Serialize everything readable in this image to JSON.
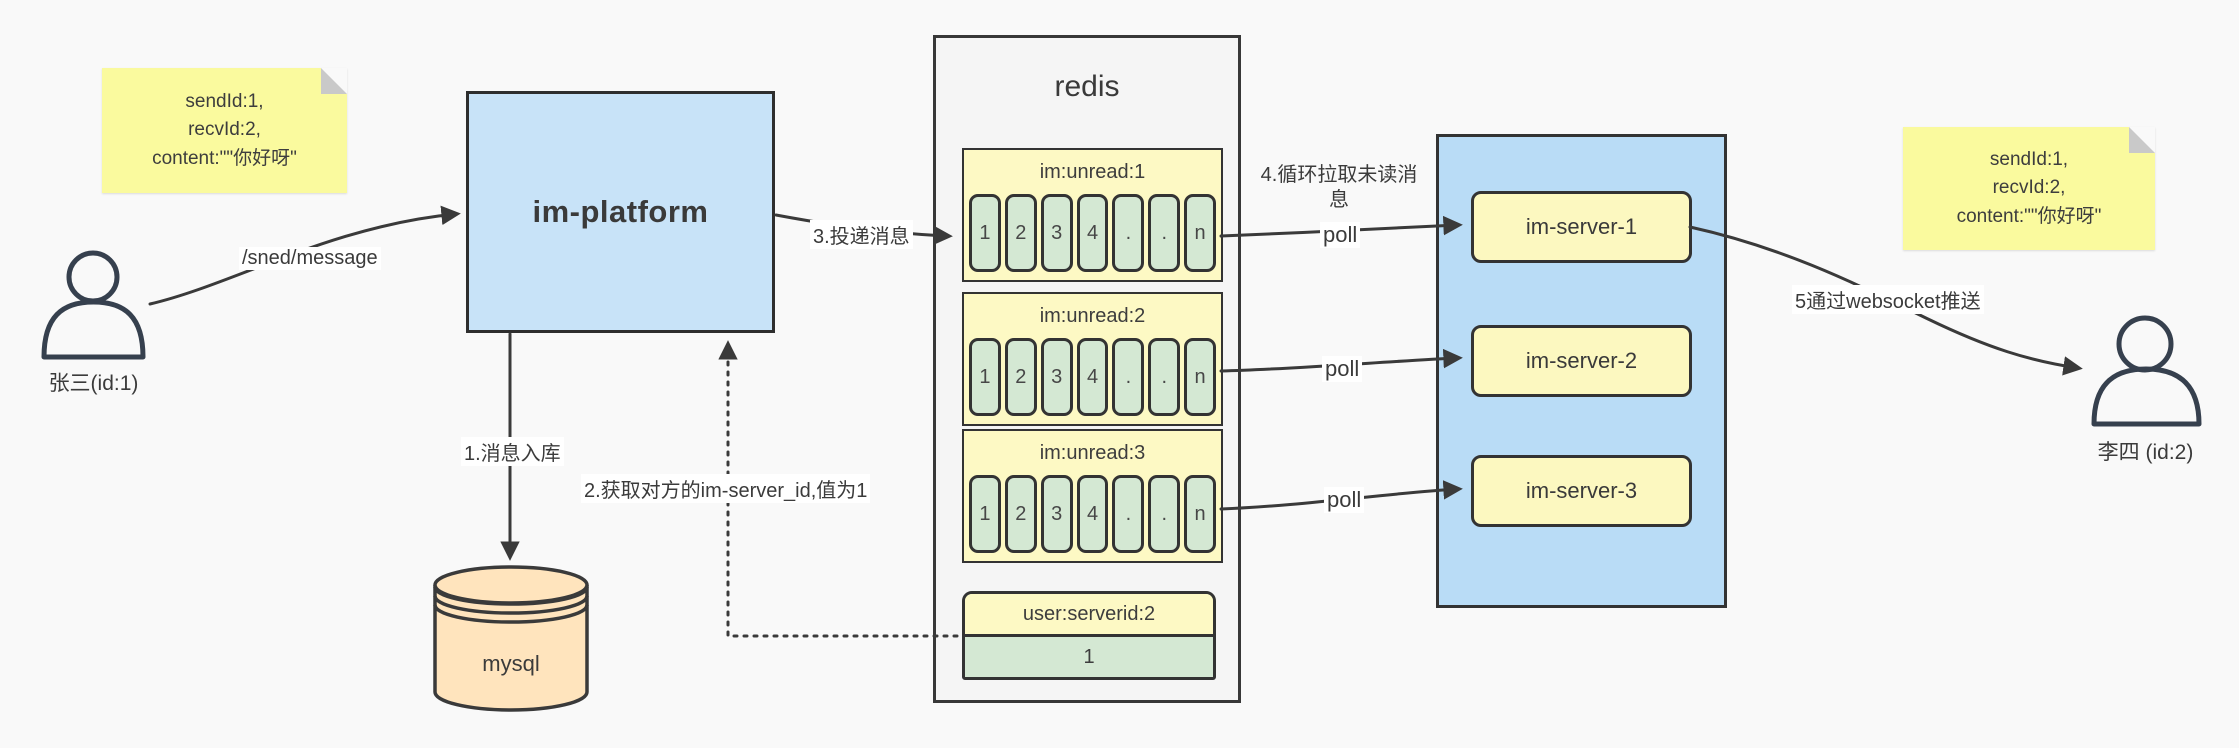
{
  "canvas": {
    "background": "#f9f9f9"
  },
  "notes": {
    "left": {
      "lines": [
        "sendId:1,",
        "recvId:2,",
        "content:\"\"你好呀\""
      ]
    },
    "right": {
      "lines": [
        "sendId:1,",
        "recvId:2,",
        "content:\"\"你好呀\""
      ]
    }
  },
  "actors": {
    "sender": {
      "label": "张三(id:1)"
    },
    "receiver": {
      "label": "李四 (id:2)"
    }
  },
  "platform": {
    "label": "im-platform"
  },
  "db": {
    "label": "mysql"
  },
  "redis": {
    "title": "redis",
    "groups": [
      {
        "title": "im:unread:1",
        "cells": [
          "1",
          "2",
          "3",
          "4",
          ".",
          ".",
          "n"
        ]
      },
      {
        "title": "im:unread:2",
        "cells": [
          "1",
          "2",
          "3",
          "4",
          ".",
          ".",
          "n"
        ]
      },
      {
        "title": "im:unread:3",
        "cells": [
          "1",
          "2",
          "3",
          "4",
          ".",
          ".",
          "n"
        ]
      }
    ],
    "kv": {
      "title": "user:serverid:2",
      "value": "1"
    }
  },
  "servers": [
    {
      "label": "im-server-1"
    },
    {
      "label": "im-server-2"
    },
    {
      "label": "im-server-3"
    }
  ],
  "edges": {
    "send": "/sned/message",
    "store": "1.消息入库",
    "lookup": "2.获取对方的im-server_id,值为1",
    "deliver": "3.投递消息",
    "pull": "4.循环拉取未读消息",
    "poll": "poll",
    "push": "5通过websocket推送"
  },
  "colors": {
    "node_blue": "#c8e3f8",
    "container_blue": "#b9dcf6",
    "note_yellow": "#fafa9e",
    "header_yellow": "#fdf9c4",
    "cell_green": "#d4e8d3",
    "db_orange": "#ffe4bd",
    "redis_bg": "#f5f5f5",
    "stroke": "#333333",
    "arrow": "#3a3a3a"
  }
}
